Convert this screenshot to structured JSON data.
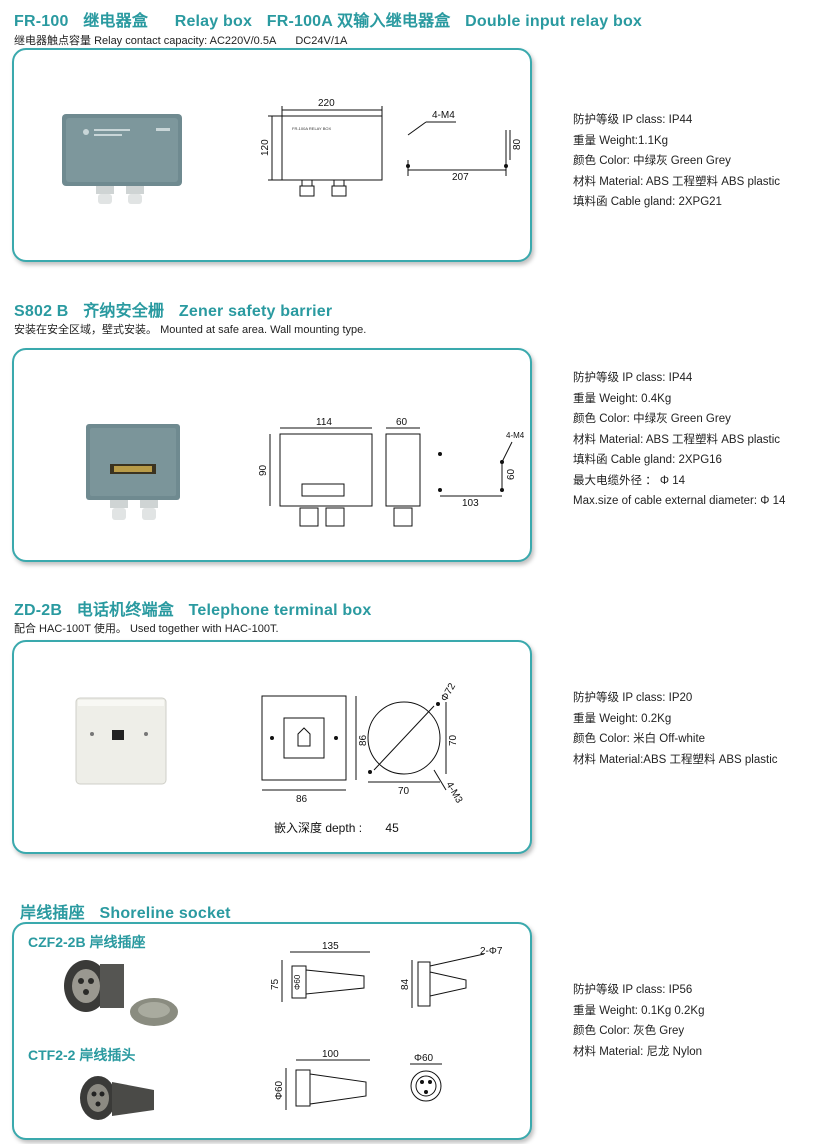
{
  "sections": [
    {
      "title_parts": [
        "FR-100",
        "继电器盒",
        "Relay box",
        "FR-100A 双输入继电器盒",
        "Double input relay box"
      ],
      "subtitle_parts": [
        "继电器触点容量",
        "Relay contact capacity:",
        "AC220V/0.5A",
        "DC24V/1A"
      ],
      "drawing": {
        "width": "220",
        "height": "120",
        "holes": "4-M4",
        "hole_spacing": "207",
        "side": "80",
        "label_plate": "FR-100A RELAY BOX"
      },
      "specs": [
        "防护等级  IP class: IP44",
        "重量  Weight:1.1Kg",
        "颜色  Color:  中绿灰  Green Grey",
        "材料  Material: ABS  工程塑料  ABS plastic",
        "填料函  Cable gland: 2XPG21"
      ]
    },
    {
      "title_parts": [
        "S802 B",
        "齐纳安全栅",
        "Zener safety barrier"
      ],
      "subtitle_parts": [
        "安装在安全区域，壁式安装。",
        "Mounted at safe area. Wall mounting type."
      ],
      "drawing": {
        "width": "114",
        "height": "90",
        "depth": "60",
        "holes": "4-M4",
        "hole_spacing": "103",
        "side": "60"
      },
      "specs": [
        "防护等级  IP class: IP44",
        "重量  Weight: 0.4Kg",
        "颜色  Color:  中绿灰  Green Grey",
        "材料  Material: ABS  工程塑料  ABS plastic",
        "填料函  Cable gland: 2XPG16",
        "最大电缆外径 ： Φ  14",
        "Max.size of cable external diameter:  Φ  14"
      ]
    },
    {
      "title_parts": [
        "ZD-2B",
        "电话机终端盒",
        "Telephone terminal box"
      ],
      "subtitle_parts": [
        "配合  HAC-100T  使用。",
        "Used together with HAC-100T."
      ],
      "drawing": {
        "width": "86",
        "height": "86",
        "circle": "Φ72",
        "side": "70",
        "bottom": "70",
        "holes": "4-M3"
      },
      "depth_label": "嵌入深度  depth  :",
      "depth_value": "45",
      "specs": [
        "防护等级  IP class: IP20",
        "重量  Weight: 0.2Kg",
        "颜色  Color:  米白  Off-white",
        "材料  Material:ABS  工程塑料  ABS plastic"
      ]
    },
    {
      "title_parts": [
        "岸线插座",
        "Shoreline socket"
      ],
      "products": [
        "CZF2-2B 岸线插座",
        "CTF2-2 岸线插头"
      ],
      "drawing": {
        "len1": "135",
        "h1": "75",
        "d1": "Φ60",
        "holes": "2-Φ7",
        "side": "84",
        "len2": "100",
        "d2": "Φ60",
        "end": "Φ60"
      },
      "specs": [
        "防护等级  IP class: IP56",
        "重量  Weight: 0.1Kg   0.2Kg",
        "颜色  Color:  灰色  Grey",
        "材料  Material:  尼龙  Nylon"
      ]
    }
  ],
  "colors": {
    "accent": "#2a9aa0",
    "border": "#3aa9ad",
    "box_green_grey": "#6f8a90",
    "offwhite": "#eeeee8"
  }
}
